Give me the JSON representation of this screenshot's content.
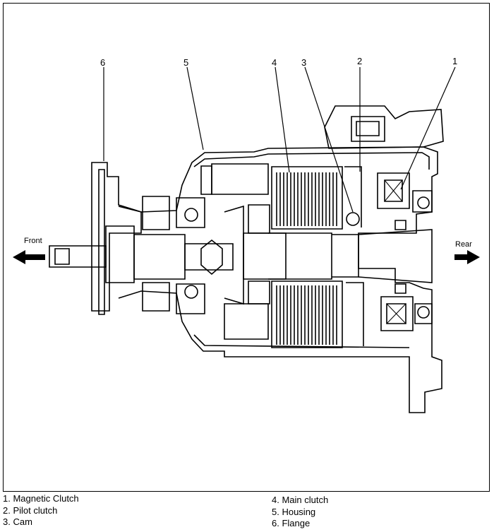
{
  "callouts": {
    "c1": "1",
    "c2": "2",
    "c3": "3",
    "c4": "4",
    "c5": "5",
    "c6": "6"
  },
  "direction": {
    "front": "Front",
    "rear": "Rear"
  },
  "legend": {
    "left": [
      "1. Magnetic Clutch",
      "2. Pilot clutch",
      "3. Cam"
    ],
    "right": [
      "4. Main clutch",
      "5. Housing",
      "6. Flange"
    ]
  }
}
